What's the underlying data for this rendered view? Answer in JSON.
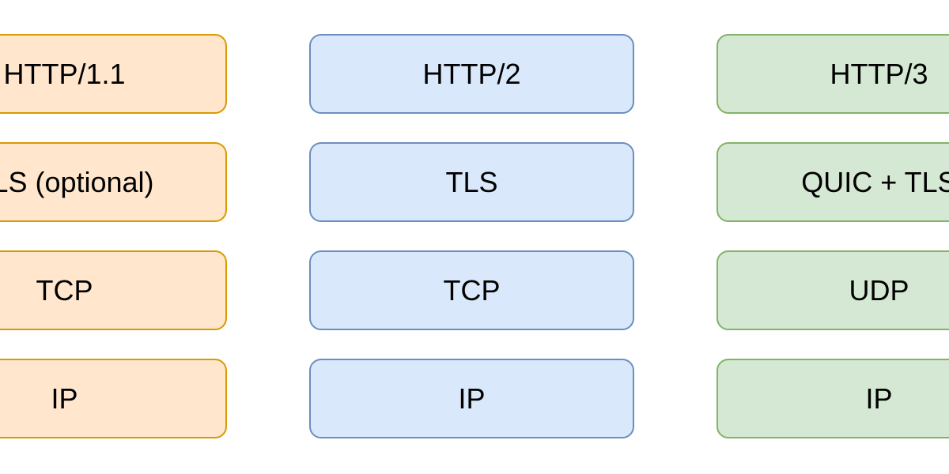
{
  "stacks": [
    {
      "id": "http11",
      "fill": "#ffe6cc",
      "stroke": "#d79b00",
      "layers": [
        "HTTP/1.1",
        "TLS (optional)",
        "TCP",
        "IP"
      ]
    },
    {
      "id": "http2",
      "fill": "#dae8fc",
      "stroke": "#6c8ebf",
      "layers": [
        "HTTP/2",
        "TLS",
        "TCP",
        "IP"
      ]
    },
    {
      "id": "http3",
      "fill": "#d5e8d4",
      "stroke": "#82b366",
      "layers": [
        "HTTP/3",
        "QUIC + TLS",
        "UDP",
        "IP"
      ]
    }
  ]
}
